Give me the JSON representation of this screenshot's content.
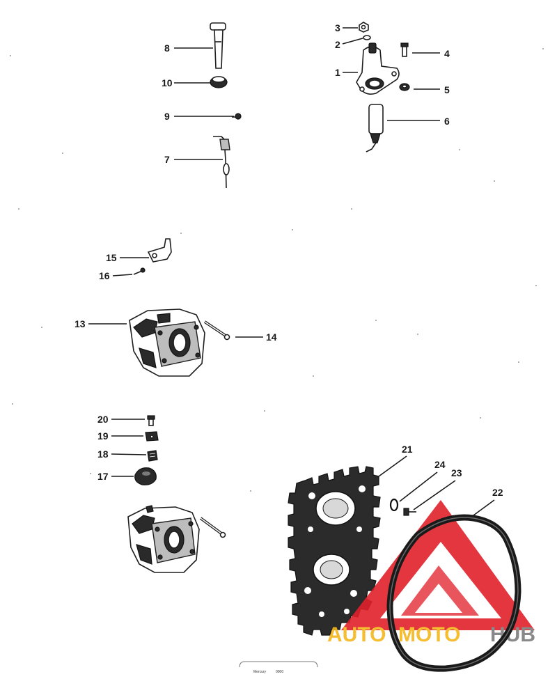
{
  "callouts": {
    "c1": "1",
    "c2": "2",
    "c3": "3",
    "c4": "4",
    "c5": "5",
    "c6": "6",
    "c7": "7",
    "c8": "8",
    "c9": "9",
    "c10": "10",
    "c13": "13",
    "c14": "14",
    "c15": "15",
    "c16": "16",
    "c17": "17",
    "c18": "18",
    "c19": "19",
    "c20": "20",
    "c21": "21",
    "c22": "22",
    "c23": "23",
    "c24": "24"
  },
  "watermark": {
    "word_part1": "AUTO",
    "word_part2": "MOTO",
    "word_part3": "HUB",
    "color_red": "#e0212b",
    "color_yellow": "#f5b81c",
    "color_grey": "#7d7d7d"
  },
  "footer": {
    "left_code": "Mercury",
    "right_code": "0000"
  }
}
